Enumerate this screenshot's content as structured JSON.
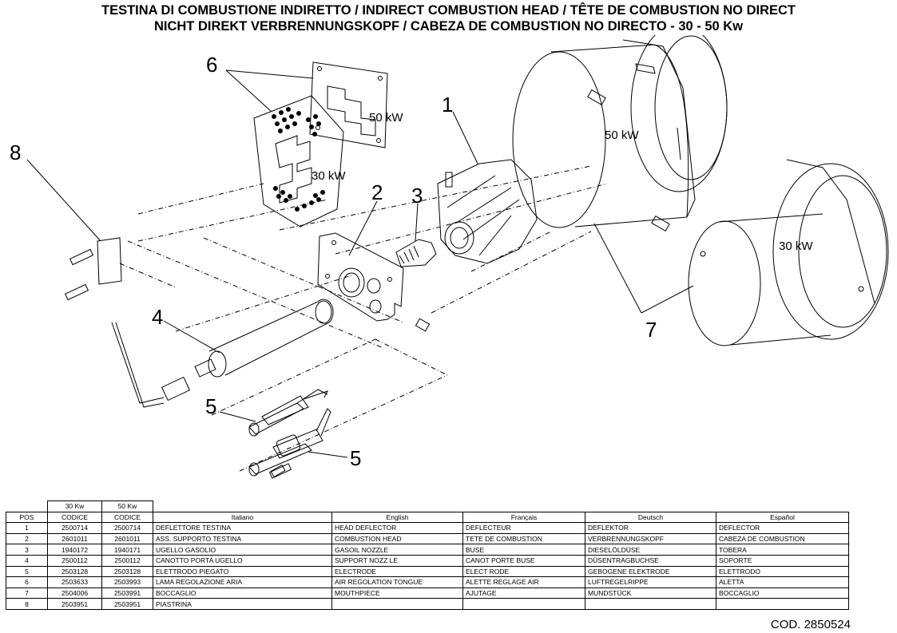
{
  "title": {
    "line1": "TESTINA DI  COMBUSTIONE INDIRETTO / INDIRECT COMBUSTION HEAD / TÊTE DE COMBUSTION NO DIRECT",
    "line2": "NICHT DIREKT VERBRENNUNGSKOPF / CABEZA DE COMBUSTION NO DIRECTO - 30 - 50 Kw"
  },
  "drawing": {
    "callouts": [
      "1",
      "2",
      "3",
      "4",
      "5",
      "5",
      "6",
      "7",
      "8"
    ],
    "labels": {
      "plate_50": "50 kW",
      "plate_30": "30 kW",
      "tube_50": "50 kW",
      "tube_30": "30 kW"
    }
  },
  "table": {
    "group_headers": [
      "30 Kw",
      "50 Kw"
    ],
    "headers": [
      "POS",
      "CODICE",
      "CODICE",
      "Italiano",
      "English",
      "Français",
      "Deutsch",
      "Español"
    ],
    "rows": [
      [
        "1",
        "2500714",
        "2500714",
        "DEFLETTORE TESTINA",
        "HEAD DEFLECTOR",
        "DEFLECTEUR",
        "DEFLEKTOR",
        "DEFLECTOR"
      ],
      [
        "2",
        "2601011",
        "2601011",
        "ASS. SUPPORTO TESTINA",
        "COMBUSTION HEAD",
        "TETE DE COMBUSTION",
        "VERBRENNUNGSKOPF",
        "CABEZA DE COMBUSTION"
      ],
      [
        "3",
        "1940172",
        "1940171",
        "UGELLO GASOLIO",
        "GASOIL NOZZLE",
        "BUSE",
        "DIESELÖLDÜSE",
        "TOBERA"
      ],
      [
        "4",
        "2500112",
        "2500112",
        "CANOTTO PORTA UGELLO",
        "SUPPORT NOZZ LE",
        "CANOT PORTE BUSE",
        "DÜSENTRAGBUCHSE",
        "SOPORTE"
      ],
      [
        "5",
        "2503128",
        "2503128",
        "ELETTRODO PIEGATO",
        "ELECTRODE",
        "ELECT RODE",
        "GEBOGENE ELEKTRODE",
        "ELETTRODO"
      ],
      [
        "6",
        "2503633",
        "2503993",
        "LAMA REGOLAZIONE ARIA",
        "AIR REGOLATION TONGUE",
        "ALETTE REGLAGE AIR",
        "LUFTREGELRIPPE",
        "ALETTA"
      ],
      [
        "7",
        "2504006",
        "2503991",
        "BOCCAGLIO",
        "MOUTHPIECE",
        "AJUTAGE",
        "MUNDSTÜCK",
        "BOCCAGLIO"
      ],
      [
        "8",
        "2503951",
        "2503951",
        "PIASTRINA",
        "",
        "",
        "",
        ""
      ]
    ]
  },
  "footer": {
    "code": "COD. 2850524"
  }
}
